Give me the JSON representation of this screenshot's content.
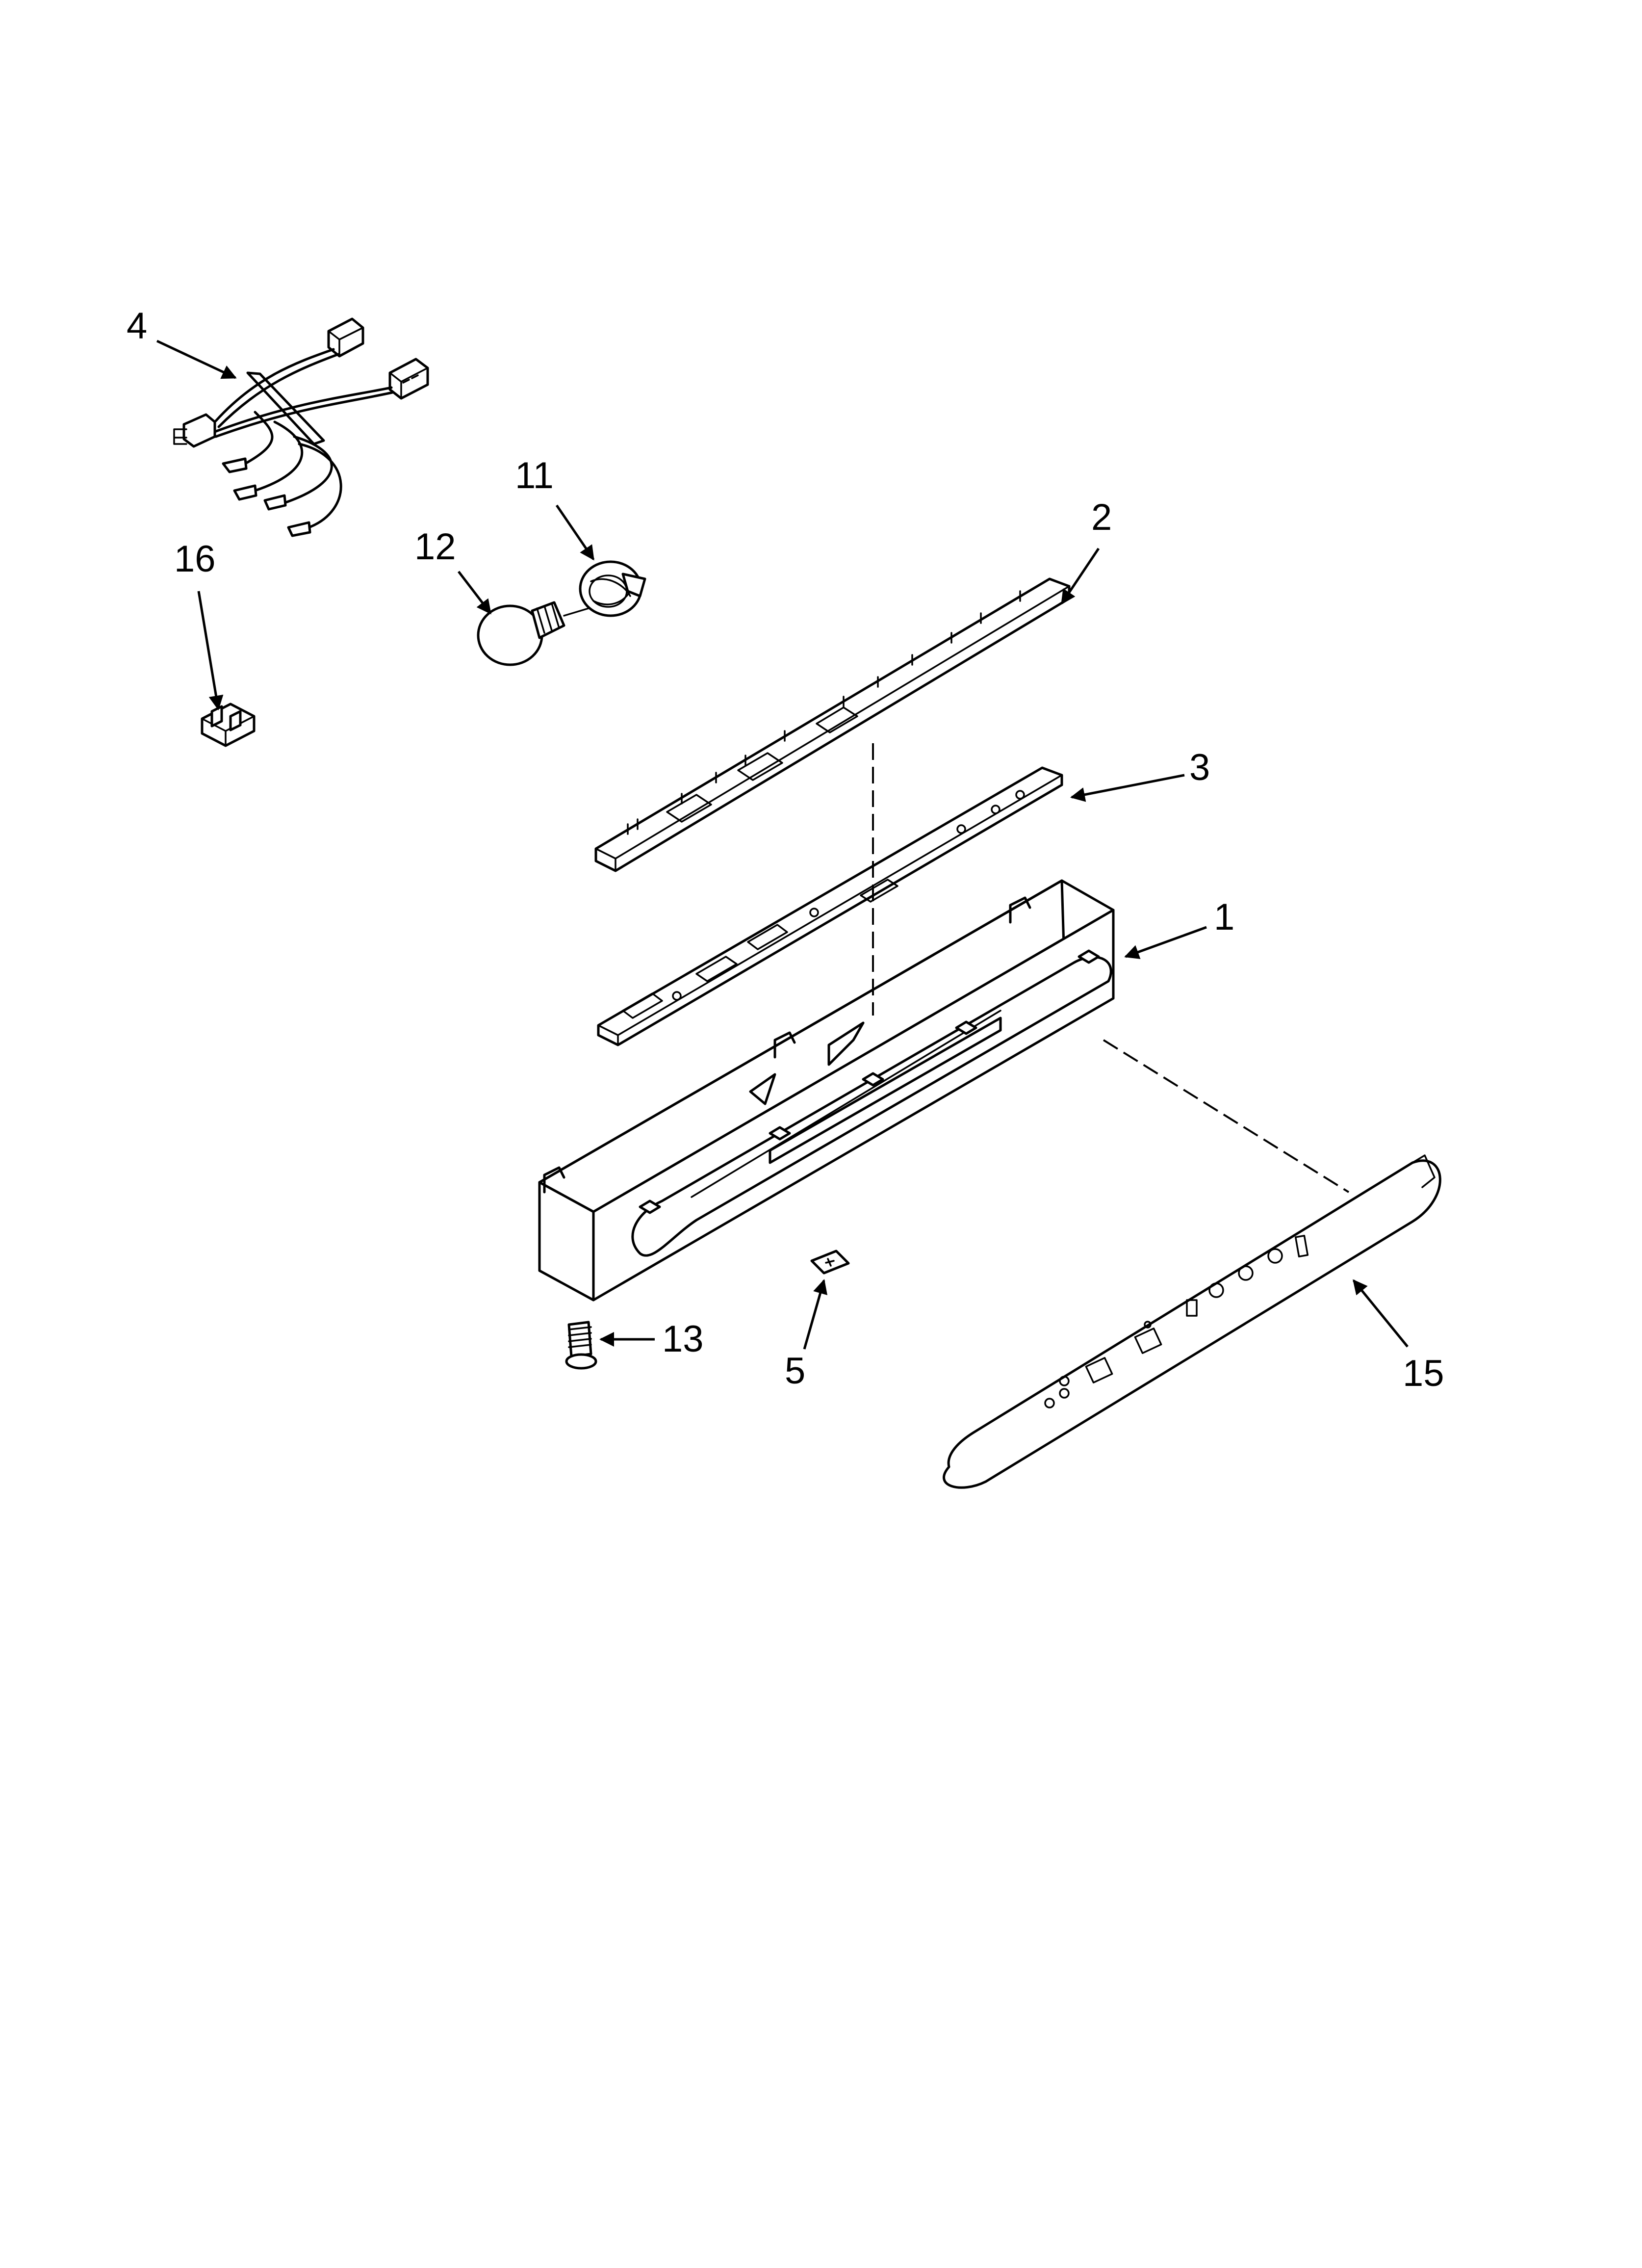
{
  "diagram": {
    "type": "exploded-parts-diagram",
    "callouts": [
      {
        "id": "part-1",
        "label": "1"
      },
      {
        "id": "part-2",
        "label": "2"
      },
      {
        "id": "part-3",
        "label": "3"
      },
      {
        "id": "part-4",
        "label": "4"
      },
      {
        "id": "part-5",
        "label": "5"
      },
      {
        "id": "part-11",
        "label": "11"
      },
      {
        "id": "part-12",
        "label": "12"
      },
      {
        "id": "part-13",
        "label": "13"
      },
      {
        "id": "part-15",
        "label": "15"
      },
      {
        "id": "part-16",
        "label": "16"
      }
    ]
  }
}
